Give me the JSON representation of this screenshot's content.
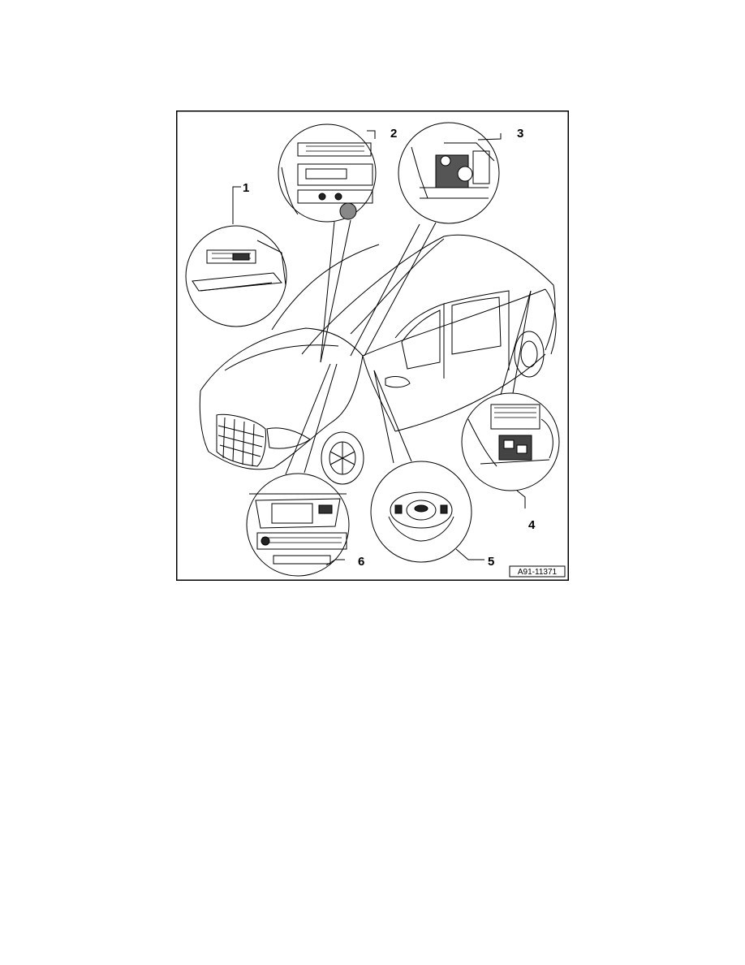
{
  "figure": {
    "id": "A91-11371",
    "callouts": [
      "1",
      "2",
      "3",
      "4",
      "5",
      "6"
    ]
  }
}
